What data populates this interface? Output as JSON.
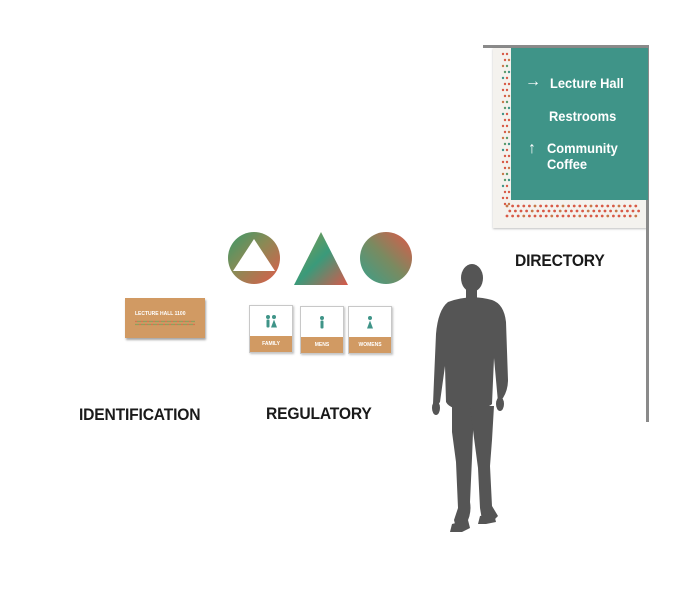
{
  "directory": {
    "lines": [
      {
        "arrow": "→",
        "text": "Lecture Hall"
      },
      {
        "arrow": "",
        "text": "Restrooms"
      },
      {
        "arrow": "↑",
        "text": "Community"
      },
      {
        "arrow": "",
        "text": "Coffee"
      }
    ],
    "panel_color": "#3f9488"
  },
  "identification_sign": {
    "text": "LECTURE HALL 1100",
    "color": "#d19a63"
  },
  "restroom_signs": [
    {
      "label": "FAMILY",
      "icon": "family-restroom-icon"
    },
    {
      "label": "MENS",
      "icon": "man-icon"
    },
    {
      "label": "WOMENS",
      "icon": "woman-icon"
    }
  ],
  "shapes": [
    {
      "icon": "circle-with-triangle-icon"
    },
    {
      "icon": "triangle-icon"
    },
    {
      "icon": "circle-icon"
    }
  ],
  "labels": {
    "identification": "IDENTIFICATION",
    "regulatory": "REGULATORY",
    "directory": "DIRECTORY"
  },
  "colors": {
    "teal": "#3f9488",
    "wood": "#d19a63",
    "coral": "#d85a46",
    "silhouette": "#555555"
  }
}
